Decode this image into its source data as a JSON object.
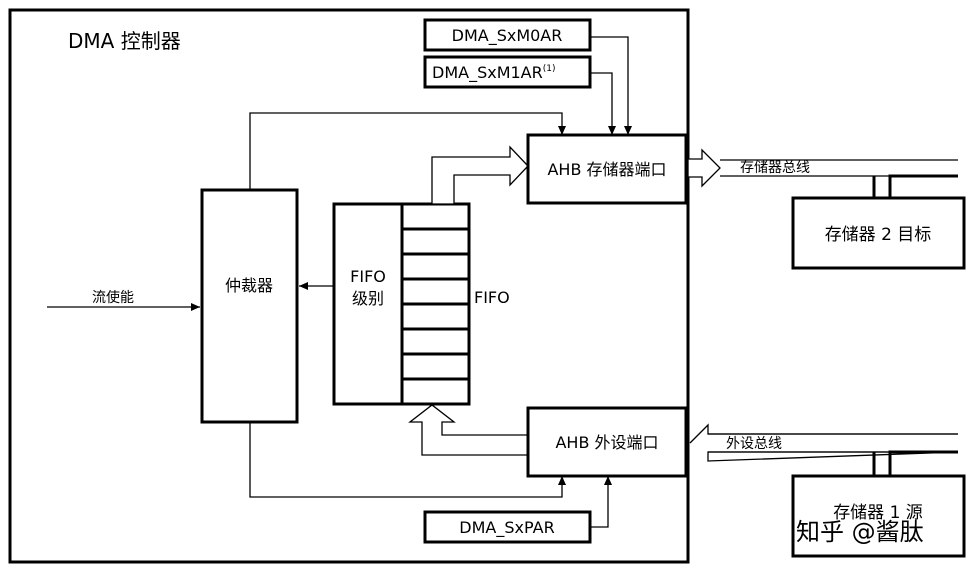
{
  "controller": {
    "title": "DMA 控制器"
  },
  "registers": {
    "m0ar": "DMA_SxM0AR",
    "m1ar": "DMA_SxM1AR",
    "m1ar_note": "(1)",
    "par": "DMA_SxPAR"
  },
  "blocks": {
    "arbiter": "仲裁器",
    "fifo_level_line1": "FIFO",
    "fifo_level_line2": "级别",
    "fifo": "FIFO",
    "ahb_memory_port": "AHB 存储器端口",
    "ahb_peripheral_port": "AHB 外设端口"
  },
  "signals": {
    "stream_enable": "流使能",
    "memory_bus": "存储器总线",
    "peripheral_bus": "外设总线"
  },
  "external": {
    "memory_target": "存储器 2 目标",
    "memory_source": "存储器 1 源"
  },
  "watermark": "知乎 @酱肽"
}
